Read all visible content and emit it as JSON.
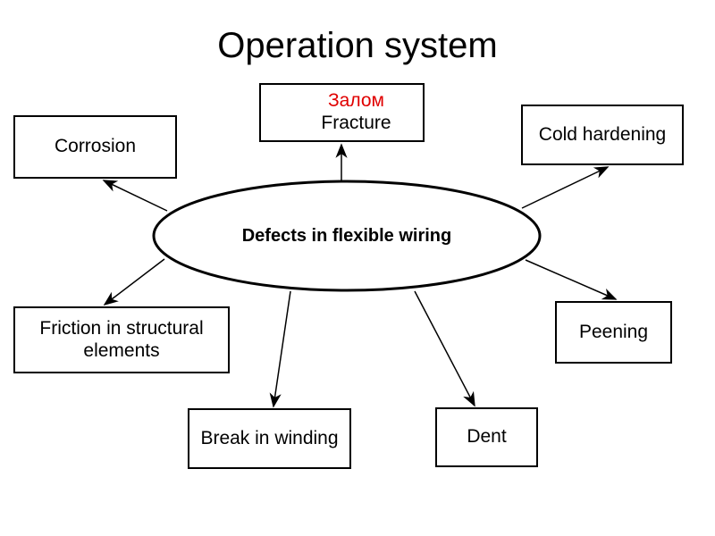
{
  "slide": {
    "title": "Operation system",
    "diagram": {
      "center": {
        "label": "Defects in flexible wiring"
      },
      "nodes": {
        "corrosion": {
          "label": "Corrosion"
        },
        "fracture": {
          "label_ru": "Залом",
          "label_en": "Fracture"
        },
        "cold_hardening": {
          "label": "Cold hardening"
        },
        "friction": {
          "label": "Friction in structural elements"
        },
        "break_in_winding": {
          "label": "Break in winding"
        },
        "dent": {
          "label": "Dent"
        },
        "peening": {
          "label": "Peening"
        }
      }
    },
    "colors": {
      "highlight_red": "#e00000",
      "shape_stroke": "#000000",
      "background": "#ffffff"
    }
  }
}
